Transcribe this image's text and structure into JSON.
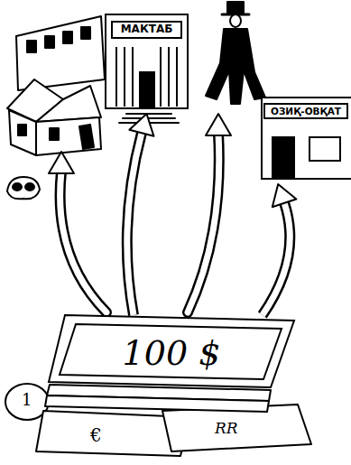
{
  "diagram": {
    "nodes": [
      {
        "text": [
          "МАКТАБ"
        ]
      },
      {
        "text": [
          "ОЗИҚ-ОВҚАТ"
        ]
      },
      {
        "text": [
          "100 $"
        ]
      }
    ],
    "edges": [
      {
        "from": 2,
        "to": 0,
        "arrow": "to"
      },
      {
        "from": 2,
        "to": 1,
        "arrow": "to"
      }
    ],
    "labels": [
      "1",
      "€",
      "RR"
    ]
  }
}
